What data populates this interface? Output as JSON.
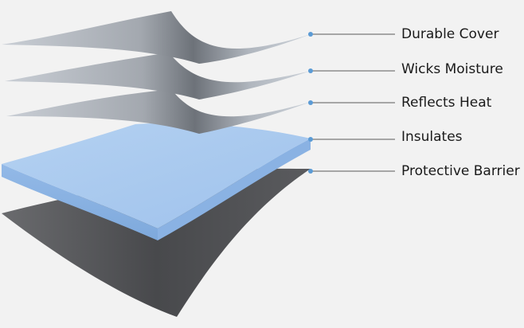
{
  "colors": {
    "background": "#f2f2f2",
    "fabric_light": "#c4cad2",
    "fabric_dark": "#6e737a",
    "foam_top": "#a9c9ee",
    "foam_side": "#8fb6e6",
    "barrier": "#4a4b4e",
    "leader": "#5a5a5a",
    "leader_dot": "#5b9bd5"
  },
  "layers": [
    {
      "label": "Durable Cover",
      "material": "fabric"
    },
    {
      "label": "Wicks Moisture",
      "material": "fabric"
    },
    {
      "label": "Reflects Heat",
      "material": "fabric"
    },
    {
      "label": "Insulates",
      "material": "foam"
    },
    {
      "label": "Protective Barrier",
      "material": "barrier"
    }
  ]
}
